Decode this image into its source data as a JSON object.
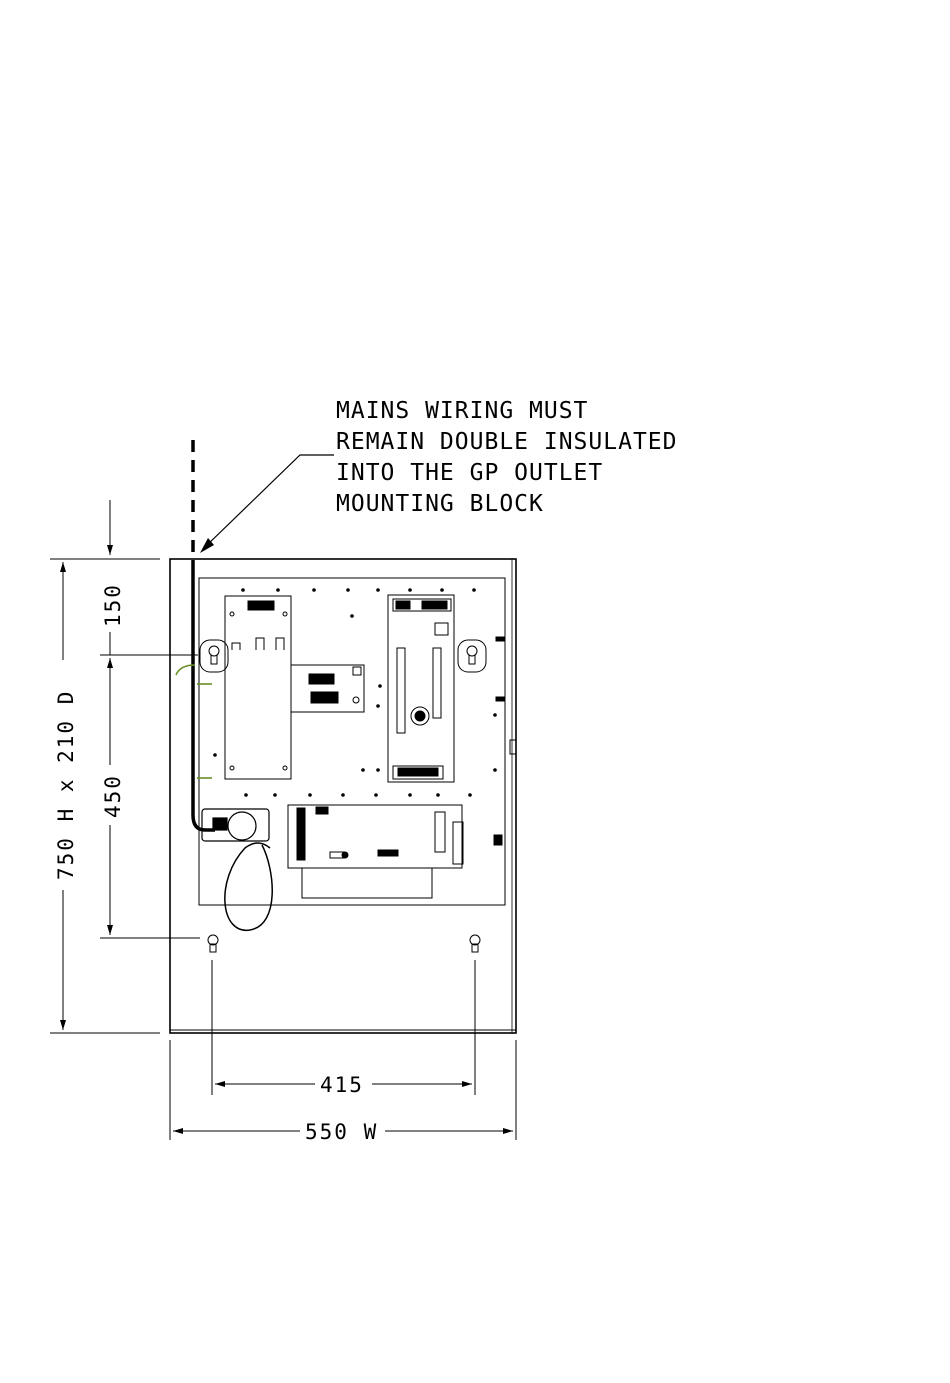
{
  "annotation": {
    "lines": [
      "MAINS WIRING MUST",
      "REMAIN DOUBLE INSULATED",
      "INTO THE GP OUTLET",
      "MOUNTING BLOCK"
    ]
  },
  "dimensions": {
    "overall": "750 H x 210 D",
    "top_offset": "150",
    "hole_vertical": "450",
    "hole_spacing": "415",
    "width": "550 W"
  },
  "colors": {
    "line": "#000000",
    "earth_wire": "#6b8e23",
    "background": "#ffffff"
  }
}
